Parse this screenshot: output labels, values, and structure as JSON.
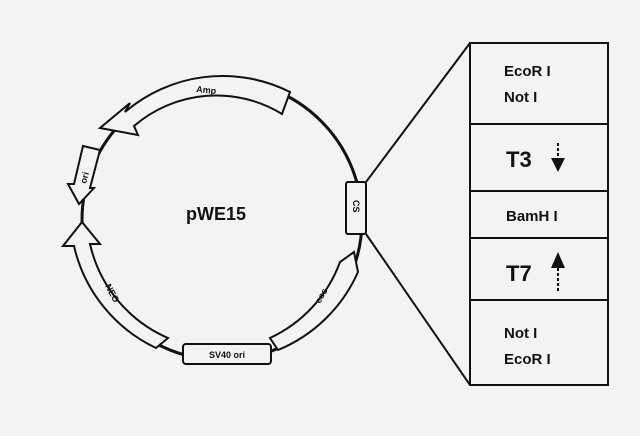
{
  "plasmid": {
    "name": "pWE15",
    "features": [
      {
        "id": "amp",
        "label": "Amp"
      },
      {
        "id": "ori",
        "label": "ori"
      },
      {
        "id": "neo",
        "label": "NEO"
      },
      {
        "id": "sv40",
        "label": "SV40 ori"
      },
      {
        "id": "cos",
        "label": "cos"
      },
      {
        "id": "cs",
        "label": "CS"
      }
    ]
  },
  "cloning_site": {
    "rows": [
      {
        "lines": [
          "EcoR I",
          "Not I"
        ]
      },
      {
        "lines": [
          "T3"
        ]
      },
      {
        "lines": [
          "BamH I"
        ]
      },
      {
        "lines": [
          "T7"
        ]
      },
      {
        "lines": [
          "Not I",
          "EcoR I"
        ]
      }
    ]
  }
}
